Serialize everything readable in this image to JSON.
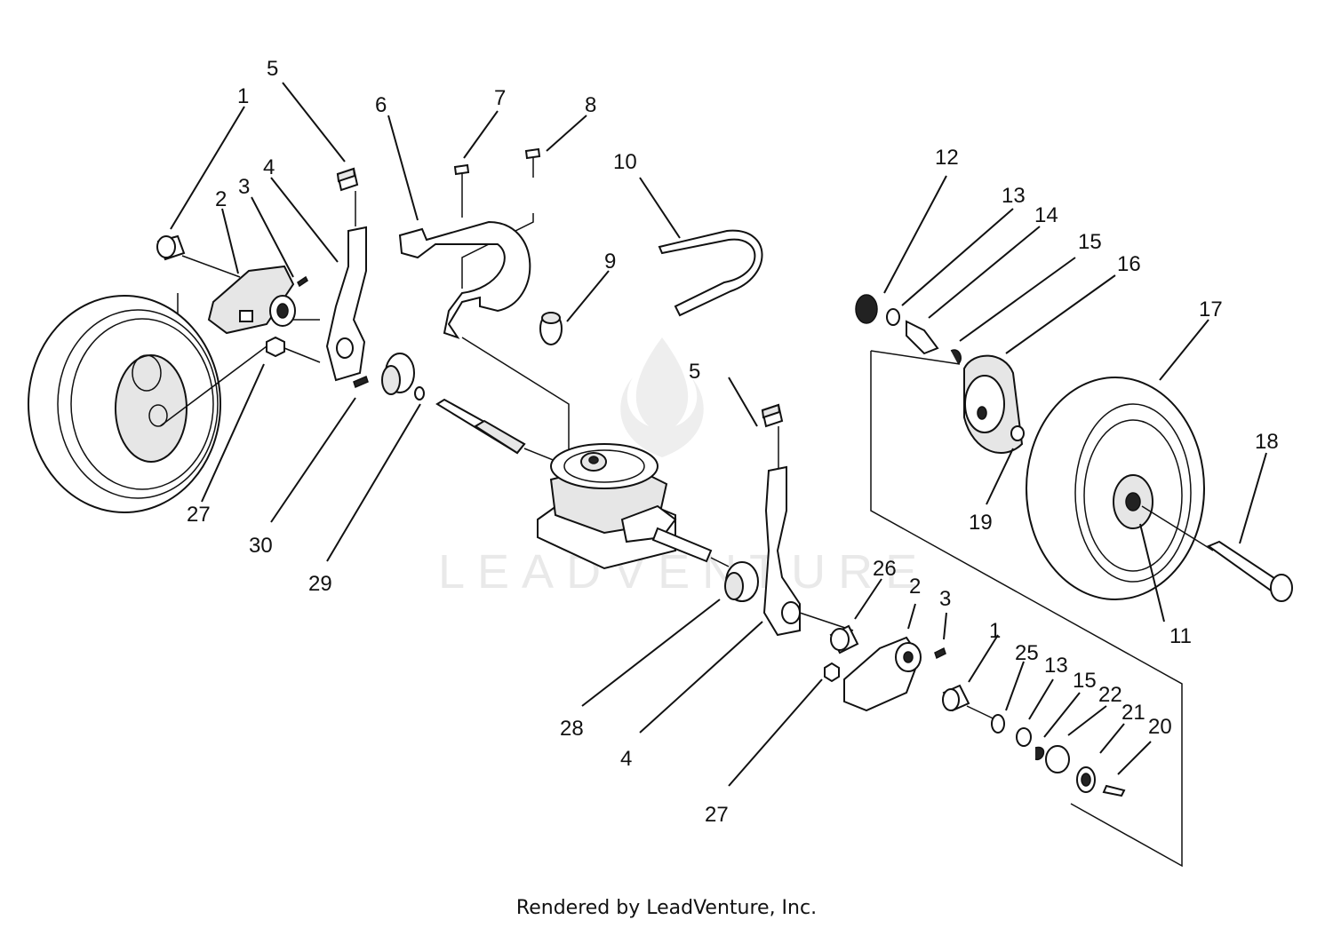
{
  "watermark": {
    "brand": "LEADVENTURE"
  },
  "footer": {
    "text": "Rendered by LeadVenture, Inc."
  },
  "callouts": [
    {
      "id": "c1a",
      "text": "1"
    },
    {
      "id": "c2a",
      "text": "2"
    },
    {
      "id": "c3a",
      "text": "3"
    },
    {
      "id": "c4a",
      "text": "4"
    },
    {
      "id": "c5a",
      "text": "5"
    },
    {
      "id": "c6",
      "text": "6"
    },
    {
      "id": "c7",
      "text": "7"
    },
    {
      "id": "c8",
      "text": "8"
    },
    {
      "id": "c9",
      "text": "9"
    },
    {
      "id": "c10",
      "text": "10"
    },
    {
      "id": "c12",
      "text": "12"
    },
    {
      "id": "c13a",
      "text": "13"
    },
    {
      "id": "c14",
      "text": "14"
    },
    {
      "id": "c15a",
      "text": "15"
    },
    {
      "id": "c16",
      "text": "16"
    },
    {
      "id": "c17",
      "text": "17"
    },
    {
      "id": "c18",
      "text": "18"
    },
    {
      "id": "c19",
      "text": "19"
    },
    {
      "id": "c11",
      "text": "11"
    },
    {
      "id": "c27a",
      "text": "27"
    },
    {
      "id": "c30",
      "text": "30"
    },
    {
      "id": "c29",
      "text": "29"
    },
    {
      "id": "c5b",
      "text": "5"
    },
    {
      "id": "c26",
      "text": "26"
    },
    {
      "id": "c2b",
      "text": "2"
    },
    {
      "id": "c3b",
      "text": "3"
    },
    {
      "id": "c1b",
      "text": "1"
    },
    {
      "id": "c25",
      "text": "25"
    },
    {
      "id": "c13b",
      "text": "13"
    },
    {
      "id": "c15b",
      "text": "15"
    },
    {
      "id": "c22",
      "text": "22"
    },
    {
      "id": "c21",
      "text": "21"
    },
    {
      "id": "c20",
      "text": "20"
    },
    {
      "id": "c28",
      "text": "28"
    },
    {
      "id": "c4b",
      "text": "4"
    },
    {
      "id": "c27b",
      "text": "27"
    }
  ]
}
